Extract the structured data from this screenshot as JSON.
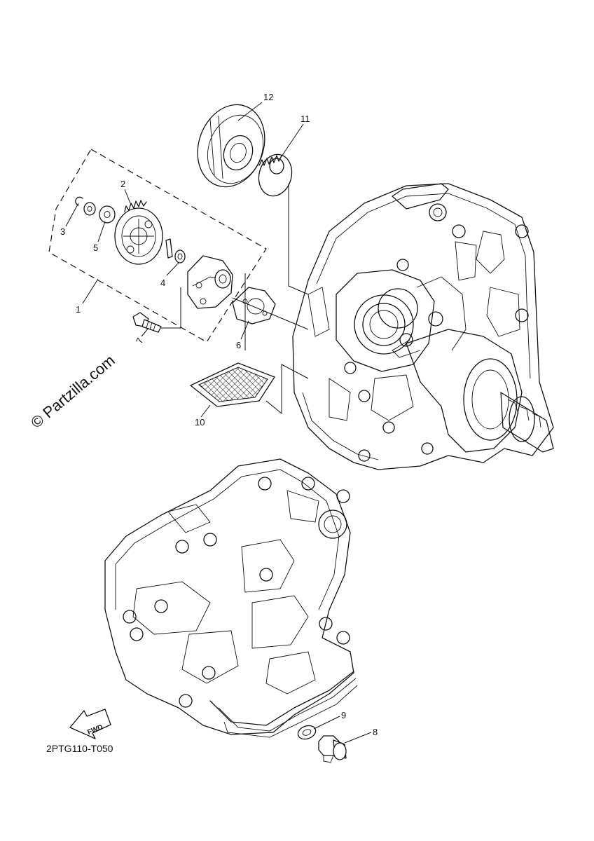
{
  "diagram": {
    "callouts": [
      {
        "id": "1",
        "label": "1"
      },
      {
        "id": "2",
        "label": "2"
      },
      {
        "id": "3",
        "label": "3"
      },
      {
        "id": "4",
        "label": "4"
      },
      {
        "id": "5",
        "label": "5"
      },
      {
        "id": "6",
        "label": "6"
      },
      {
        "id": "7",
        "label": "7"
      },
      {
        "id": "8",
        "label": "8"
      },
      {
        "id": "9",
        "label": "9"
      },
      {
        "id": "10",
        "label": "10"
      },
      {
        "id": "11",
        "label": "11"
      },
      {
        "id": "12",
        "label": "12"
      }
    ],
    "watermark": "© Partzilla.com",
    "diagram_code": "2PTG110-T050",
    "direction_arrow": "FWD"
  }
}
